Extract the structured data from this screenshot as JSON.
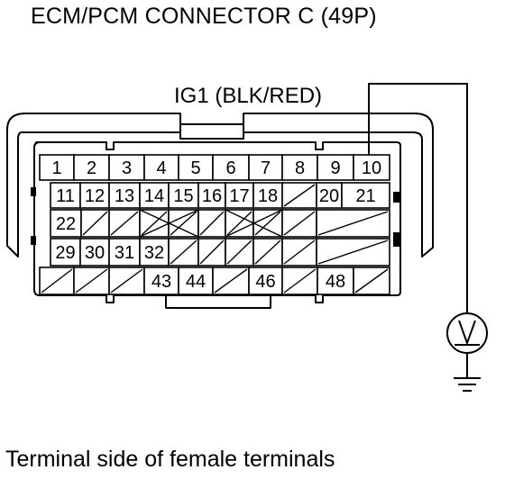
{
  "title": "ECM/PCM CONNECTOR C (49P)",
  "wire_label": "IG1 (BLK/RED)",
  "caption": "Terminal side of female terminals",
  "meter_symbol": "V",
  "rows": [
    {
      "cells": [
        {
          "label": "1"
        },
        {
          "label": "2"
        },
        {
          "label": "3"
        },
        {
          "label": "4"
        },
        {
          "label": "5"
        },
        {
          "label": "6"
        },
        {
          "label": "7"
        },
        {
          "label": "8"
        },
        {
          "label": "9"
        },
        {
          "label": "10"
        }
      ]
    },
    {
      "cells": [
        {
          "label": "11"
        },
        {
          "label": "12"
        },
        {
          "label": "13"
        },
        {
          "label": "14"
        },
        {
          "label": "15"
        },
        {
          "label": "16"
        },
        {
          "label": "17"
        },
        {
          "label": "18"
        },
        {
          "label": ""
        },
        {
          "label": "20"
        },
        {
          "label": "21"
        }
      ]
    },
    {
      "cells": [
        {
          "label": "22"
        },
        {
          "label": ""
        },
        {
          "label": ""
        },
        {
          "label": ""
        },
        {
          "label": ""
        },
        {
          "label": ""
        },
        {
          "label": ""
        },
        {
          "label": ""
        },
        {
          "label": ""
        },
        {
          "label": ""
        }
      ]
    },
    {
      "cells": [
        {
          "label": "29"
        },
        {
          "label": "30"
        },
        {
          "label": "31"
        },
        {
          "label": "32"
        },
        {
          "label": ""
        },
        {
          "label": ""
        },
        {
          "label": ""
        },
        {
          "label": ""
        },
        {
          "label": ""
        },
        {
          "label": ""
        }
      ]
    },
    {
      "cells": [
        {
          "label": ""
        },
        {
          "label": ""
        },
        {
          "label": ""
        },
        {
          "label": "43"
        },
        {
          "label": "44"
        },
        {
          "label": ""
        },
        {
          "label": "46"
        },
        {
          "label": ""
        },
        {
          "label": "48"
        },
        {
          "label": ""
        }
      ]
    }
  ],
  "probe_terminal": "10"
}
